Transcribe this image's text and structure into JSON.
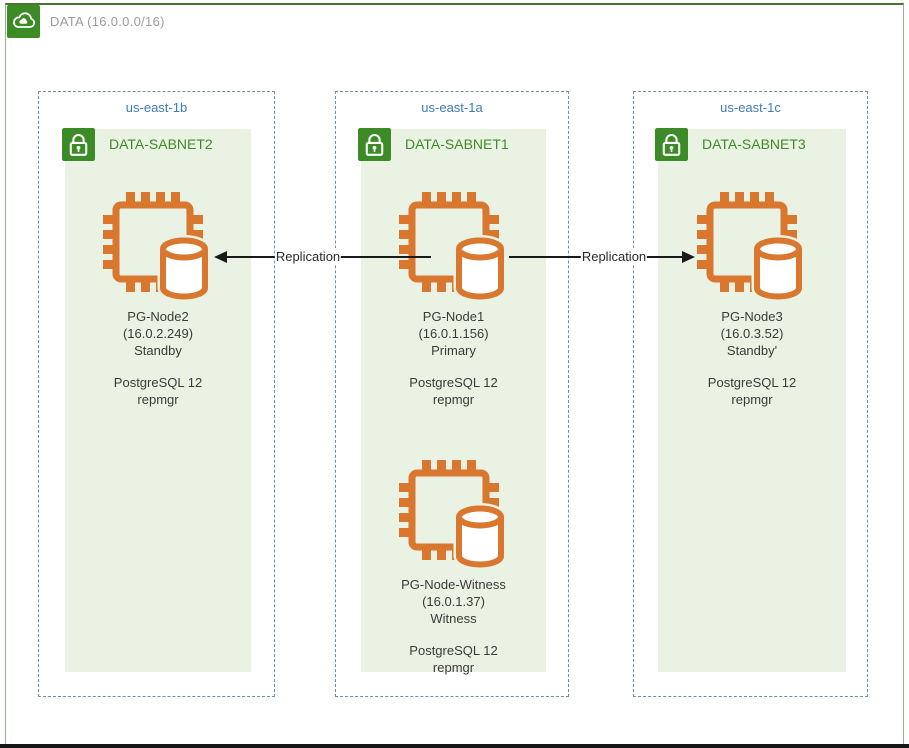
{
  "vpc": {
    "label": "DATA (16.0.0.0/16)",
    "icon": "cloud-icon"
  },
  "zones": [
    {
      "name": "us-east-1b",
      "subnet": {
        "label": "DATA-SABNET2",
        "icon": "lock-icon"
      },
      "nodes": [
        {
          "icon": "chip-database-icon",
          "name": "PG-Node2",
          "ip": "(16.0.2.249)",
          "role": "Standby",
          "software1": "PostgreSQL 12",
          "software2": "repmgr"
        }
      ]
    },
    {
      "name": "us-east-1a",
      "subnet": {
        "label": "DATA-SABNET1",
        "icon": "lock-icon"
      },
      "nodes": [
        {
          "icon": "chip-database-icon",
          "name": "PG-Node1",
          "ip": "(16.0.1.156)",
          "role": "Primary",
          "software1": "PostgreSQL 12",
          "software2": "repmgr"
        },
        {
          "icon": "chip-database-icon",
          "name": "PG-Node-Witness",
          "ip": "(16.0.1.37)",
          "role": "Witness",
          "software1": "PostgreSQL 12",
          "software2": "repmgr"
        }
      ]
    },
    {
      "name": "us-east-1c",
      "subnet": {
        "label": "DATA-SABNET3",
        "icon": "lock-icon"
      },
      "nodes": [
        {
          "icon": "chip-database-icon",
          "name": "PG-Node3",
          "ip": "(16.0.3.52)",
          "role": "Standby'",
          "software1": "PostgreSQL 12",
          "software2": "repmgr"
        }
      ]
    }
  ],
  "arrows": [
    {
      "label": "Replication",
      "direction": "left"
    },
    {
      "label": "Replication",
      "direction": "right"
    }
  ],
  "colors": {
    "aws_green": "#3d8b27",
    "subnet_fill": "#eaf2e4",
    "compute_orange": "#d9772e",
    "az_blue": "#3b7cba",
    "az_border": "#6b8fb3",
    "frame_border": "#8fb584",
    "vpc_label_gray": "#9c9c9c",
    "arrow_black": "#1a1a1a"
  }
}
